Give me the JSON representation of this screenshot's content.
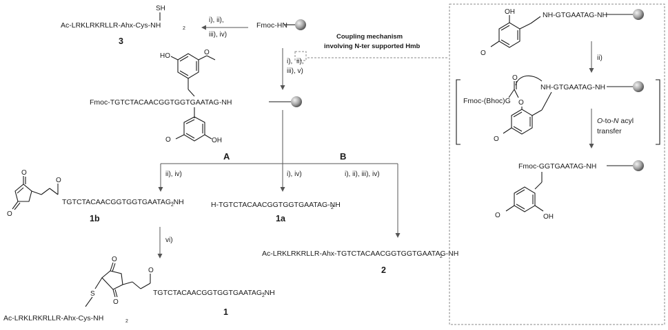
{
  "scheme": {
    "labels": {
      "compound3": "Ac-LRKLRKRLLR-Ahx-Cys-NH",
      "sh": "SH",
      "fmoc_hn": "Fmoc-HN",
      "fmoc_hmb_seq": "Fmoc-TGTCTACAACGGTGGTGAATAG-NH",
      "seq_1b": "TGTCTACAACGGTGGTGAATAG-NH",
      "seq_1a": "H-TGTCTACAACGGTGGTGAATAG-NH",
      "seq_2": "Ac-LRKLRKRLLR-Ahx-TGTCTACAACGGTGGTGAATAG-NH",
      "seq_1": "TGTCTACAACGGTGGTGAATAG-NH",
      "seq_1_peptide": "Ac-LRKLRKRLLR-Ahx-Cys-NH",
      "sub2": "2"
    },
    "numbers": {
      "n3": "3",
      "n1b": "1b",
      "n1a": "1a",
      "n2": "2",
      "n1": "1"
    },
    "route_headers": {
      "a": "A",
      "b": "B"
    },
    "reagents": {
      "to3_top": "i), ii),",
      "to3_bot": "iii), iv)",
      "main_i": "i), ",
      "main_ii": "ii),",
      "main_iii": "iii), v)",
      "route_a": "ii), iv)",
      "route_mid": "i), iv)",
      "route_b": "i), ii), iii), iv)",
      "to1": "vi)"
    },
    "callout": {
      "line1": "Coupling mechanism",
      "line2": "involving N-ter supported Hmb"
    },
    "atoms": {
      "oh": "OH",
      "ho": "HO",
      "o": "O",
      "s": "S"
    }
  },
  "mechanism": {
    "top_seq": "NH-GTGAATAG-NH",
    "step1": "ii)",
    "bracket_left": "Fmoc-(Bhoc)G",
    "bracket_right": "NH-GTGAATAG-NH",
    "step2_line1": "O",
    "step2_line1b": "-to-",
    "step2_line1c": "N",
    "step2_line1d": " acyl",
    "step2_line2": "transfer",
    "product_seq": "Fmoc-GGTGAATAG-NH"
  }
}
